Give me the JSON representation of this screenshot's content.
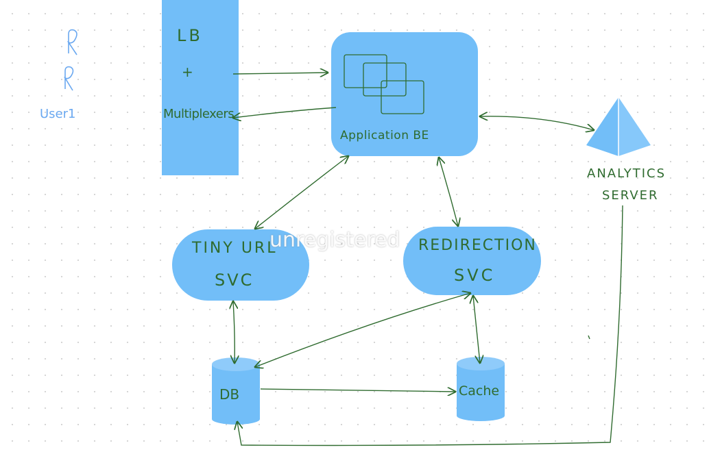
{
  "colors": {
    "shape_fill": "#72bef8",
    "ink_green": "#2f6b2f",
    "ink_blue": "#6aa8f0"
  },
  "labels": {
    "lb": "LB",
    "plus": "+",
    "multiplexers": "Multiplexers",
    "application": "Application BE",
    "tiny_line1": "TINY URL",
    "tiny_line2": "SVC",
    "redir_line1": "REDIRECTION",
    "redir_line2": "SVC",
    "db": "DB",
    "cache": "Cache",
    "analytics_line1": "ANALYTICS",
    "analytics_line2": "SERVER",
    "user": "User1"
  },
  "icons": {
    "user": "stick-figure-icon",
    "analytics": "pyramid-icon",
    "app_windows": "stacked-windows-icon",
    "db": "cylinder-icon",
    "cache": "cylinder-icon"
  },
  "watermark": "unregistered"
}
